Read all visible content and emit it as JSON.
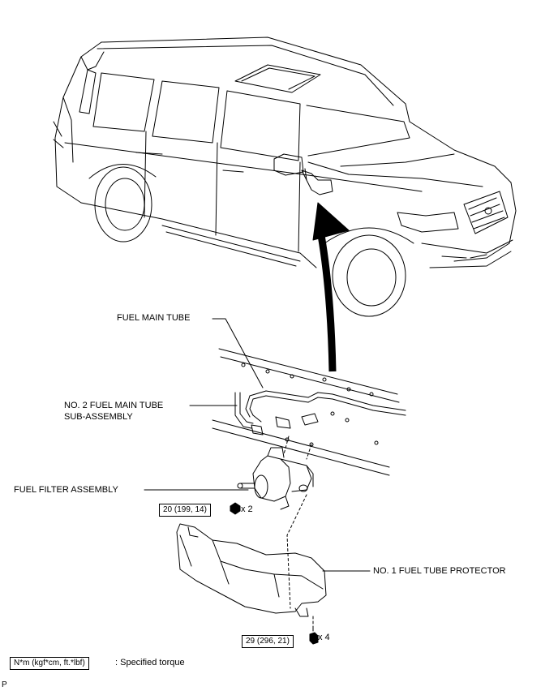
{
  "labels": {
    "fuel_main_tube": "FUEL MAIN TUBE",
    "no2_line1": "NO. 2 FUEL MAIN TUBE",
    "no2_line2": "SUB-ASSEMBLY",
    "fuel_filter": "FUEL FILTER ASSEMBLY",
    "no1_protector": "NO. 1 FUEL TUBE PROTECTOR"
  },
  "torques": {
    "filter_bolt": "20 (199, 14)",
    "filter_qty": "x 2",
    "protector_bolt": "29 (296, 21)",
    "protector_qty": "x 4"
  },
  "legend": {
    "box": "N*m (kgf*cm, ft.*lbf)",
    "text": ": Specified torque"
  },
  "footer": {
    "code": "P"
  }
}
